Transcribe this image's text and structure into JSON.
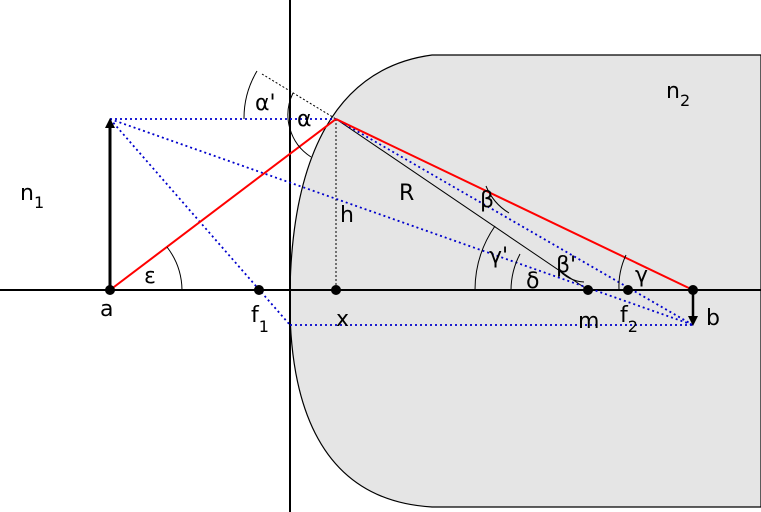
{
  "colors": {
    "lens_fill": "#e5e5e5",
    "ray_red": "#ff0000",
    "ray_blue": "#0000cc",
    "ink": "#000000"
  },
  "labels": {
    "n1": "n",
    "n1_sub": "1",
    "n2": "n",
    "n2_sub": "2",
    "a": "a",
    "b": "b",
    "f1": "f",
    "f1_sub": "1",
    "f2": "f",
    "f2_sub": "2",
    "x": "x",
    "m": "m",
    "h": "h",
    "R": "R",
    "alpha": "α",
    "alpha_prime": "α'",
    "beta": "β",
    "beta_prime": "β'",
    "gamma": "γ",
    "gamma_prime": "γ'",
    "delta": "δ",
    "epsilon": "ε"
  }
}
